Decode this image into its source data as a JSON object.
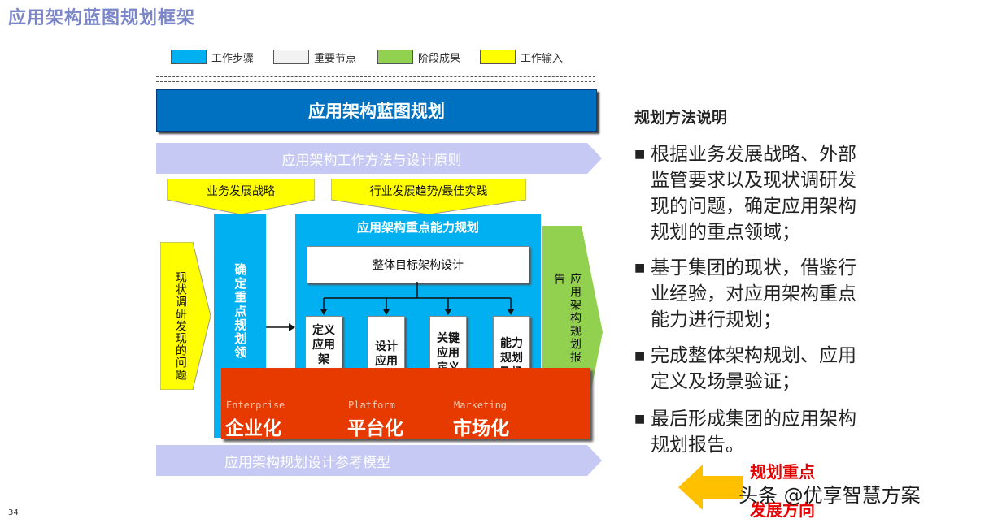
{
  "title": "应用架构蓝图规划框架",
  "legend": [
    {
      "label": "工作步骤",
      "color": "#00b0f0"
    },
    {
      "label": "重要节点",
      "color": "#f2f2f2"
    },
    {
      "label": "阶段成果",
      "color": "#92d050"
    },
    {
      "label": "工作输入",
      "color": "#ffff00"
    }
  ],
  "diagram": {
    "banner": "应用架构蓝图规划",
    "top_arrow": "应用架构工作方法与设计原则",
    "input_left": "业务发展战略",
    "input_right": "行业发展趋势/最佳实践",
    "left_input": "现状调研发现的问题",
    "step1": "确定重点规划领",
    "main_title": "应用架构重点能力规划",
    "overall_design": "整体目标架构设计",
    "sub_boxes": [
      "定义应用架",
      "设计应用",
      "关键应用定义",
      "能力规划及场"
    ],
    "output": "应用架构规划报告",
    "overlay": [
      {
        "en": "Enterprise",
        "cn": "企业化"
      },
      {
        "en": "Platform",
        "cn": "平台化"
      },
      {
        "en": "Marketing",
        "cn": "市场化"
      }
    ],
    "bottom_arrow": "应用架构规划设计参考模型"
  },
  "explanation": {
    "heading": "规划方法说明",
    "bullets": [
      "根据业务发展战略、外部监管要求以及现状调研发现的问题，确定应用架构规划的重点领域；",
      "基于集团的现状，借鉴行业经验，对应用架构重点能力进行规划；",
      "完成整体架构规划、应用定义及场景验证；",
      "最后形成集团的应用架构规划报告。"
    ]
  },
  "callout": {
    "line1": "规划重点",
    "line2": "发展方向"
  },
  "watermark": "头条 @优享智慧方案",
  "page_number": "34",
  "colors": {
    "step_blue": "#00b0f0",
    "banner_blue": "#0070c0",
    "result_green": "#92d050",
    "input_yellow": "#ffff00",
    "overlay_red": "#e63a00",
    "arrow_lavender": "#c5c9f3",
    "callout_orange": "#ffc000",
    "callout_red": "#e60000"
  }
}
